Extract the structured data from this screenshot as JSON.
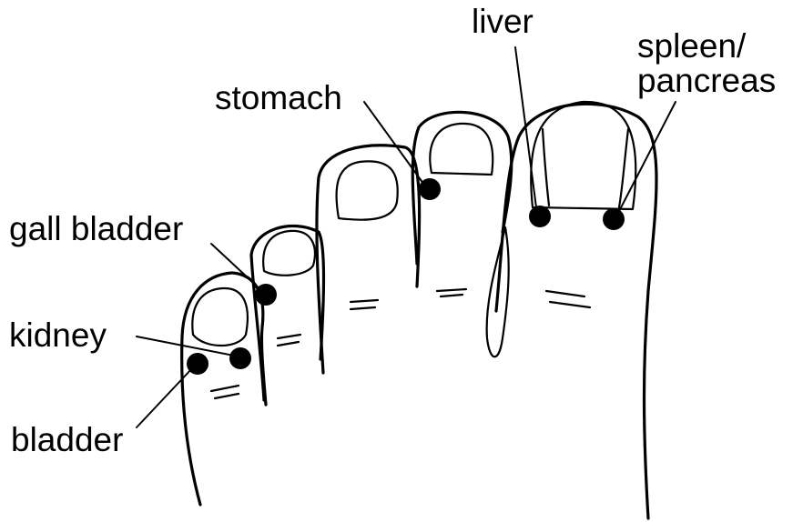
{
  "labels": {
    "liver": "liver",
    "spleen_line1": "spleen/",
    "spleen_line2": "pancreas",
    "stomach": "stomach",
    "gall_bladder": "gall bladder",
    "kidney": "kidney",
    "bladder": "bladder"
  },
  "colors": {
    "ink": "#000000",
    "paper": "#ffffff"
  }
}
